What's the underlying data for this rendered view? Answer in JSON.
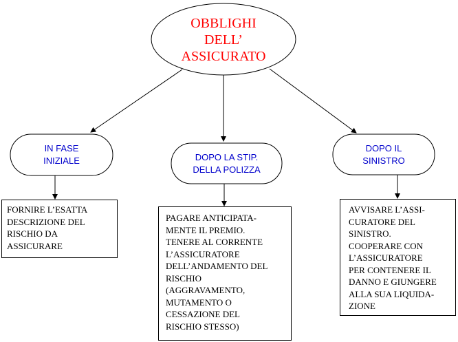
{
  "diagram": {
    "root": {
      "label": "OBBLIGHI\nDELL’\nASSICURATO",
      "color": "#ff0000"
    },
    "categories": [
      {
        "label": "IN FASE\nINIZIALE",
        "detail": "FORNIRE L’ESATTA\nDESCRIZIONE DEL\nRISCHIO DA\nASSICURARE"
      },
      {
        "label": "DOPO LA STIP.\nDELLA POLIZZA",
        "detail": "PAGARE ANTICIPATA-\nMENTE IL PREMIO.\nTENERE AL CORRENTE\nL’ASSICURATORE\nDELL’ANDAMENTO DEL\nRISCHIO\n(AGGRAVAMENTO,\nMUTAMENTO O\nCESSAZIONE DEL\nRISCHIO STESSO)"
      },
      {
        "label": "DOPO IL\nSINISTRO",
        "detail": "AVVISARE L’ASSI-\nCURATORE DEL\nSINISTRO.\nCOOPERARE CON\nL’ASSICURATORE\nPER CONTENERE IL\nDANNO E GIUNGERE\nALLA SUA LIQUIDA-\nZIONE"
      }
    ],
    "colors": {
      "category_text": "#0000cc",
      "line": "#000000"
    }
  }
}
